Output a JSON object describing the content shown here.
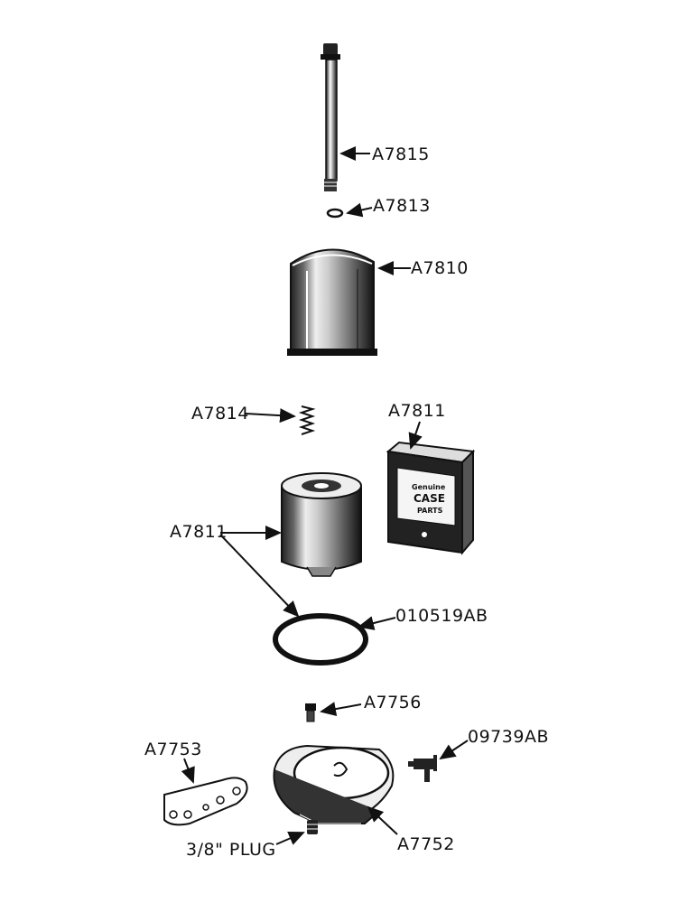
{
  "labels": {
    "a7815": "A7815",
    "a7813": "A7813",
    "a7810": "A7810",
    "a7814": "A7814",
    "a7811_box": "A7811",
    "a7811_element": "A7811",
    "gasket": "010519AB",
    "a7756": "A7756",
    "a7753": "A7753",
    "valve": "09739AB",
    "plug": "3/8\" PLUG",
    "a7752": "A7752"
  },
  "box_print": {
    "line1": "Genuine",
    "line2": "CASE",
    "line3": "PARTS"
  }
}
